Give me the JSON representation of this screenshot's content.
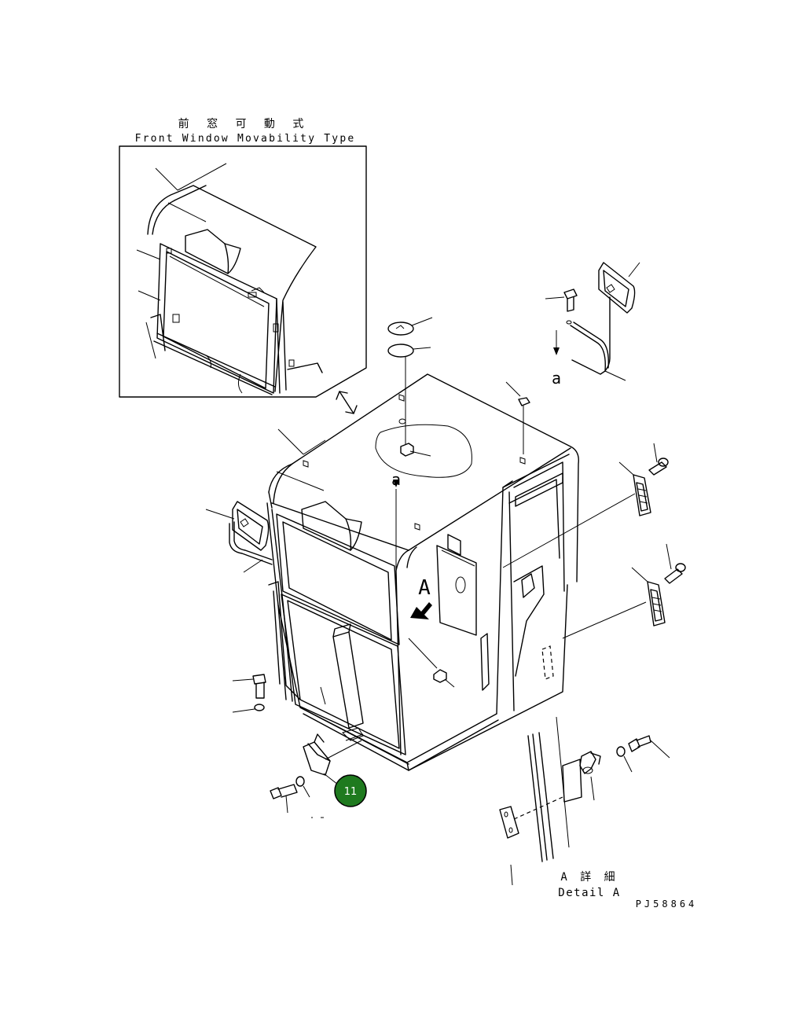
{
  "inset": {
    "title_jp": "前 窓 可 動 式",
    "title_en": "Front Window Movability Type"
  },
  "labels": {
    "view_marker": "A",
    "ref_a_top": "a",
    "ref_a_mid": "a"
  },
  "detail": {
    "title_jp": "A 詳 細",
    "title_en": "Detail A"
  },
  "drawing_number": "PJ58864",
  "callout": {
    "number": "11",
    "color": "#1f7a1f"
  }
}
